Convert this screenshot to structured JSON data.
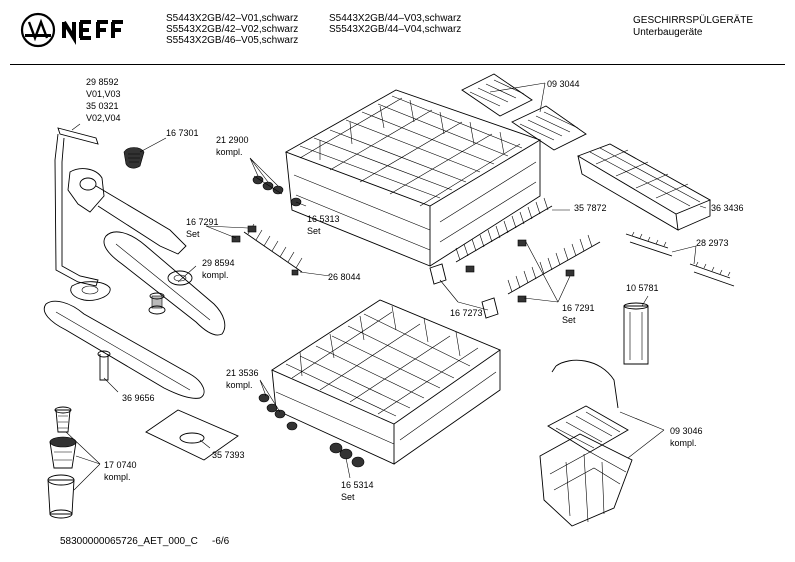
{
  "brand": {
    "name": "NEFF",
    "logo_icon": "neff-logo-icon"
  },
  "header": {
    "models_col1": [
      "S5443X2GB/42–V01,schwarz",
      "S5543X2GB/42–V02,schwarz",
      "S5543X2GB/46–V05,schwarz"
    ],
    "models_col2": [
      "S5443X2GB/44–V03,schwarz",
      "S5543X2GB/44–V04,schwarz"
    ],
    "category": "GESCHIRRSPÜLGERÄTE",
    "subcategory": "Unterbaugeräte"
  },
  "labels": {
    "p298592": "29 8592",
    "v01v03": "V01,V03",
    "p350321": "35 0321",
    "v02v04": "V02,V04",
    "p167301": "16 7301",
    "p212900": "21 2900",
    "kompl_a": "kompl.",
    "p093044": "09 3044",
    "p363436": "36 3436",
    "p165313": "16 5313",
    "set_a": "Set",
    "p167291_a": "16 7291",
    "set_b": "Set",
    "p357872": "35 7872",
    "p282973": "28 2973",
    "p298594": "29 8594",
    "kompl_b": "kompl.",
    "p268044": "26 8044",
    "p167273": "16 7273",
    "p167291_b": "16 7291",
    "set_c": "Set",
    "p105781": "10 5781",
    "p213536": "21 3536",
    "kompl_c": "kompl.",
    "p369656": "36 9656",
    "p357393": "35 7393",
    "p093046": "09 3046",
    "kompl_d": "kompl.",
    "p170740": "17 0740",
    "kompl_e": "kompl.",
    "p165314": "16 5314",
    "set_d": "Set"
  },
  "footer": {
    "doc_id": "58300000065726_AET_000_C",
    "page": "-6/6"
  }
}
